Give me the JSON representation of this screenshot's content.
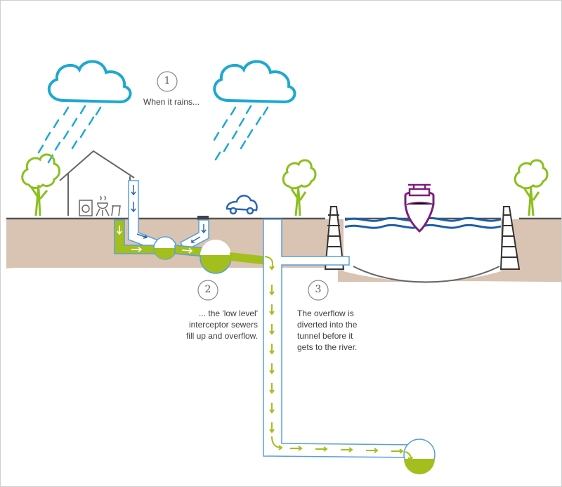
{
  "steps": [
    {
      "number": "1",
      "text": "When it rains..."
    },
    {
      "number": "2",
      "lines": [
        "... the 'low level'",
        "interceptor sewers",
        "fill up and overflow."
      ]
    },
    {
      "number": "3",
      "lines": [
        "The overflow is",
        "diverted into the",
        "tunnel before it",
        "gets to the river."
      ]
    }
  ],
  "colors": {
    "rain_cloud": "#1ea8d0",
    "ground": "#d9c3b3",
    "ground_line": "#555555",
    "tree": "#8cbf1f",
    "sewage": "#a3bf1e",
    "pipe_outline": "#5aa0d8",
    "river": "#1d5fa8",
    "boat": "#7a1f7a",
    "car": "#2a66b8"
  },
  "icons": [
    "cloud-icon",
    "rain-icon",
    "house-icon",
    "washing-machine-icon",
    "barbecue-icon",
    "tree-icon",
    "car-icon",
    "boat-icon",
    "river-wall-icon"
  ]
}
